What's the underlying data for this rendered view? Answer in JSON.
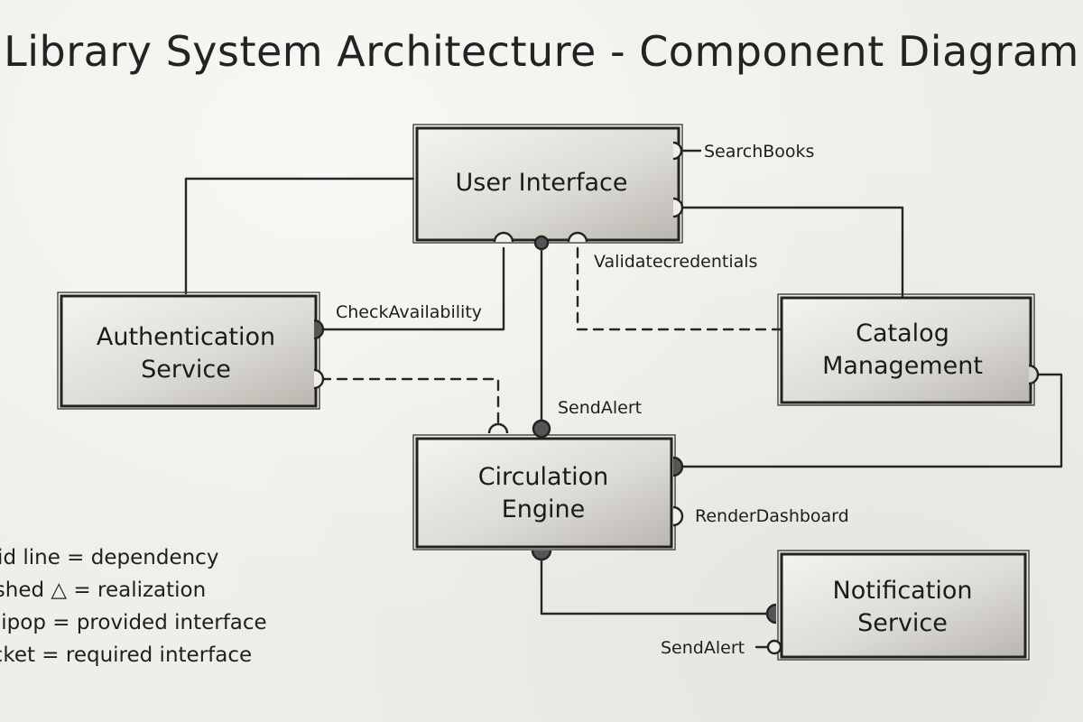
{
  "title": "Library System Architecture - Component Diagram",
  "components": {
    "user_interface": [
      "User Interface"
    ],
    "authentication": [
      "Authentication",
      "Service"
    ],
    "catalog": [
      "Catalog",
      "Management"
    ],
    "circulation": [
      "Circulation",
      "Engine"
    ],
    "notification": [
      "Notification",
      "Service"
    ]
  },
  "interfaces": {
    "search_books": "SearchBooks",
    "validate_credentials": "Validatecredentials",
    "check_availability": "CheckAvailability",
    "send_alert_circulation": "SendAlert",
    "render_dashboard": "RenderDashboard",
    "send_alert_notification": "SendAlert"
  },
  "legend": [
    "Solid line = dependency",
    "Dashed △ = realization",
    "Lollipop = provided interface",
    "Socket = required interface"
  ]
}
